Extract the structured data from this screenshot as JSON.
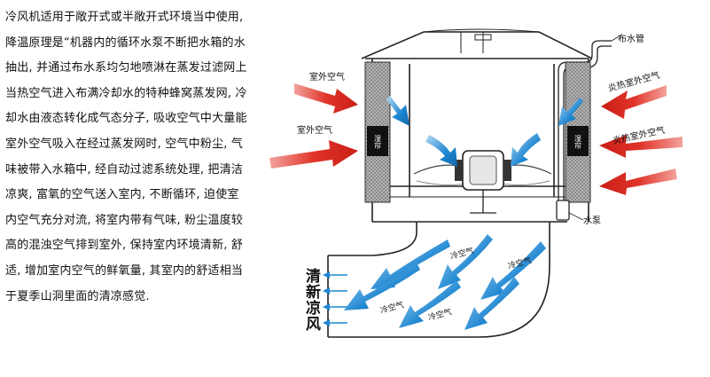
{
  "description_lines": [
    "冷风机适用于敞开式或半敞开式环境当中使用,",
    "降温原理是“机器内的循环水泵不断把水箱的水",
    "抽出, 并通过布水系均匀地喷淋在蒸发过滤网上",
    "当热空气进入布满冷却水的特种蜂窝蒸发网, 冷",
    "却水由液态转化成气态分子, 吸收空气中大量能",
    "室外空气吸入在经过蒸发网时, 空气中粉尘, 气",
    "味被带入水箱中, 经自动过滤系统处理, 把清洁",
    "凉爽, 富氧的空气送入室内, 不断循环, 迫使室",
    "内空气充分对流, 将室内带有气味, 粉尘温度较",
    "高的混浊空气排到室外, 保持室内环境清新, 舒",
    "适, 增加室内空气的鲜氧量, 其室内的舒适相当",
    "于夏季山洞里面的清凉感觉."
  ],
  "labels": {
    "water_pipe": "布水管",
    "outdoor_air_top": "室外空气",
    "outdoor_air_left": "室外空气",
    "hot_outdoor_air_top": "炎热室外空气",
    "hot_outdoor_air_mid": "炎热室外空气",
    "water_pump": "水泵",
    "fresh_cool_wind": "清新凉风",
    "cold_air_1": "冷空气",
    "cold_air_2": "冷空气",
    "cold_air_3": "冷空气",
    "cold_air_4": "冷空气",
    "pad_text_left": "湿帘",
    "pad_text_right": "湿帘"
  },
  "colors": {
    "hot_arrow": "#e0342a",
    "cool_arrow": "#1d86d1",
    "line": "#222222",
    "pad_fill": "#9a9a9a",
    "pad_band": "#111111"
  }
}
